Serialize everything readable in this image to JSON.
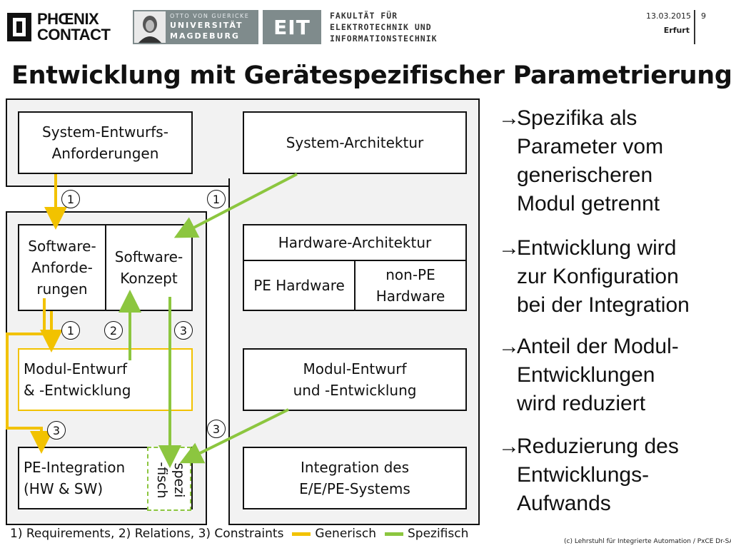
{
  "header": {
    "phoenix_line1": "PHŒNIX",
    "phoenix_line2": "CONTACT",
    "ovgu_line1": "OTTO VON GUERICKE",
    "ovgu_line2": "UNIVERSITÄT",
    "ovgu_line3": "MAGDEBURG",
    "eit": "EIT",
    "faculty_line1": "FAKULTÄT FÜR",
    "faculty_line2": "ELEKTROTECHNIK UND",
    "faculty_line3": "INFORMATIONSTECHNIK",
    "date": "13.03.2015",
    "place": "Erfurt",
    "page_number": "9"
  },
  "title": "Entwicklung mit Gerätespezifischer Parametrierung",
  "diagram": {
    "sys_req_l1": "System-Entwurfs-",
    "sys_req_l2": "Anforderungen",
    "sys_arch": "System-Architektur",
    "sw_req_l1": "Software-",
    "sw_req_l2": "Anforde-",
    "sw_req_l3": "rungen",
    "sw_concept_l1": "Software-",
    "sw_concept_l2": "Konzept",
    "hw_arch": "Hardware-Architektur",
    "pe_hw": "PE Hardware",
    "non_pe_l1": "non-PE",
    "non_pe_l2": "Hardware",
    "mod_left_l1": "Modul-Entwurf",
    "mod_left_l2": "& -Entwicklung",
    "mod_right_l1": "Modul-Entwurf",
    "mod_right_l2": "und -Entwicklung",
    "pe_int_l1": "PE-Integration",
    "pe_int_l2": "(HW & SW)",
    "spezi_l1": "spezi",
    "spezi_l2": "-fisch",
    "int_right_l1": "Integration des",
    "int_right_l2": "E/E/PE-Systems",
    "markers": [
      "1",
      "1",
      "1",
      "2",
      "3",
      "3",
      "3"
    ]
  },
  "legend": {
    "text": "1) Requirements, 2) Relations, 3) Constraints",
    "generic": "Generisch",
    "specific": "Spezifisch"
  },
  "colors": {
    "generic": "#f2c200",
    "specific": "#8cc63f"
  },
  "bullets": [
    {
      "arrow": "→",
      "text": "Spezifika als\nParameter vom\ngenerischeren\nModul getrennt"
    },
    {
      "arrow": "→",
      "text": "Entwicklung wird\nzur Konfiguration\nbei der Integration"
    },
    {
      "arrow": "→",
      "text": "Anteil der Modul-\nEntwicklungen\nwird reduziert"
    },
    {
      "arrow": "→",
      "text": "Reduzierung des\nEntwicklungs-\nAufwands"
    }
  ],
  "credit": "(c) Lehrstuhl für Integrierte Automation / PxCE Dr-SAB"
}
